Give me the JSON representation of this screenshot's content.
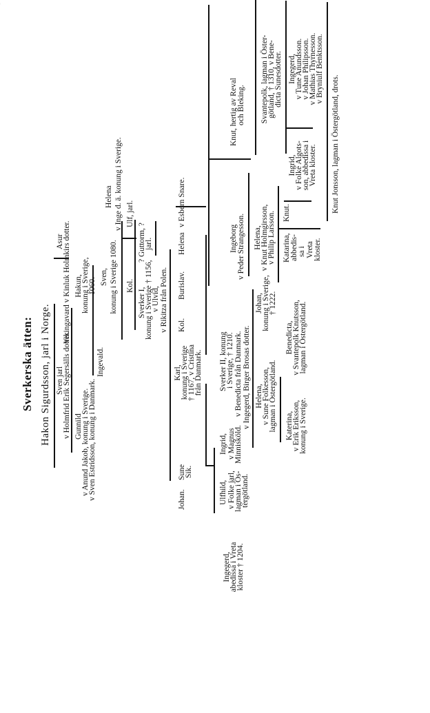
{
  "title": "Sverkerska ätten:",
  "root": "Hakon Sigurdsson, jarl i Norge.",
  "gen1": {
    "sven_jarl": "Sven jarl",
    "sven_jarl_spouse": "v Holmfrid Erik Segersälls dotter.",
    "asur": "Asur",
    "asur_spouse": "Vikingavard v Kinluk Holmkirs dotter."
  },
  "gen2": {
    "gunnild": "Gunnild",
    "gunnild_s1": "v Anund Jakob, konung i Sverige.",
    "gunnild_s2": "v Sven Estridsson, konung i Danmark.",
    "hakun_1": "Hakun,",
    "hakun_2": "konung i Sverige,",
    "hakun_3": "1060.",
    "helena": "Helena",
    "helena_spouse": "v Inge d. ä. konung i Sverige."
  },
  "gen3": {
    "ingevald": "Ingevald.",
    "sven_1": "Sven,",
    "sven_2": "konung i Sverige 1080."
  },
  "gen4": {
    "kol": "Kol.",
    "ulf": "Ulf, jarl."
  },
  "gen5": {
    "sverker_1": "Sverker I,",
    "sverker_2": "konung i Sverige † 1156,",
    "sverker_3": "v Ulvid,",
    "sverker_4": "v Rikitza från Polen.",
    "guttorm_1": "? Guttorm, ?",
    "guttorm_2": "jarl."
  },
  "gen6": {
    "johan": "Johan.",
    "sune_1": "Sune",
    "sune_2": "Sik.",
    "karl_1": "Karl,",
    "karl_2": "konung i Sverige",
    "karl_3": "† 1167, v Cristina",
    "karl_4": "från Danmark.",
    "kol": "Kol.",
    "burislav": "Burislav.",
    "helena_a": "Helena",
    "helena_b": "v Esbern Snare."
  },
  "gen7": {
    "ingegerd_1": "Ingegerd,",
    "ingegerd_2": "abedissa i Vreta",
    "ingegerd_3": "kloster † 1204.",
    "ulfhild_1": "Ulfhild,",
    "ulfhild_2": "v Folke jarl,",
    "ulfhild_3": "lagman i Ös-",
    "ulfhild_4": "tergötland.",
    "ingrid_1": "Ingrid,",
    "ingrid_2": "v Magnus",
    "ingrid_3": "Minnisköld.",
    "sverker2_1": "Sverker II, konung",
    "sverker2_2": "i Sverige, † 1210.",
    "sverker2_3": "v Benedicta från Danmark.",
    "sverker2_4": "v Ingegerd, Birger Brosas dotter.",
    "ingeborg_1": "Ingeborg",
    "ingeborg_2": "v Peder Strangesson.",
    "knut_1": "Knut, hertig av Reval",
    "knut_2": "och Bleking."
  },
  "gen8": {
    "helena_1": "Helena,",
    "helena_2": "v Sune Folkesson,",
    "helena_3": "lagman i Östergötland.",
    "johan_1": "Johan,",
    "johan_2": "konung i Sverige,",
    "johan_3": "† 1222.",
    "helena2_1": "Helena,",
    "helena2_2": "v Knut Holmgirsson,",
    "helena2_3": "v Philip Larsson.",
    "svantepolk_1": "Svantepolk, lagman i Öster-",
    "svantepolk_2": "götland, † 1310, v Bene-",
    "svantepolk_3": "dicta Sunesdotter."
  },
  "gen9": {
    "katerina_1": "Katerina,",
    "katerina_2": "v Erik Eriksson,",
    "katerina_3": "konung i Sverige.",
    "benedicta_1": "Benedicta,",
    "benedicta_2": "v Svantepolk Knutsson,",
    "benedicta_3": "lagman i Östergötland.",
    "katarina_1": "Katarina,",
    "katarina_2": "abbedis-",
    "katarina_3": "sa i",
    "katarina_4": "Vreta",
    "katarina_5": "kloster.",
    "knut": "Knut.",
    "ingrid_1": "Ingrid,",
    "ingrid_2": "v Folke Algots-",
    "ingrid_3": "son, abbedissa i",
    "ingrid_4": "Vreta kloster.",
    "ingegerd_1": "Ingegerd,",
    "ingegerd_2": "v Tune Anundsson.",
    "ingegerd_3": "v Johan Philipsson.",
    "ingegerd_4": "v Mathias Thyrnesson.",
    "ingegerd_5": "v Bryniulf Benktsson."
  },
  "gen10": {
    "knut_jonsson": "Knut Jonsson, lagman i Östergötland, drots."
  }
}
